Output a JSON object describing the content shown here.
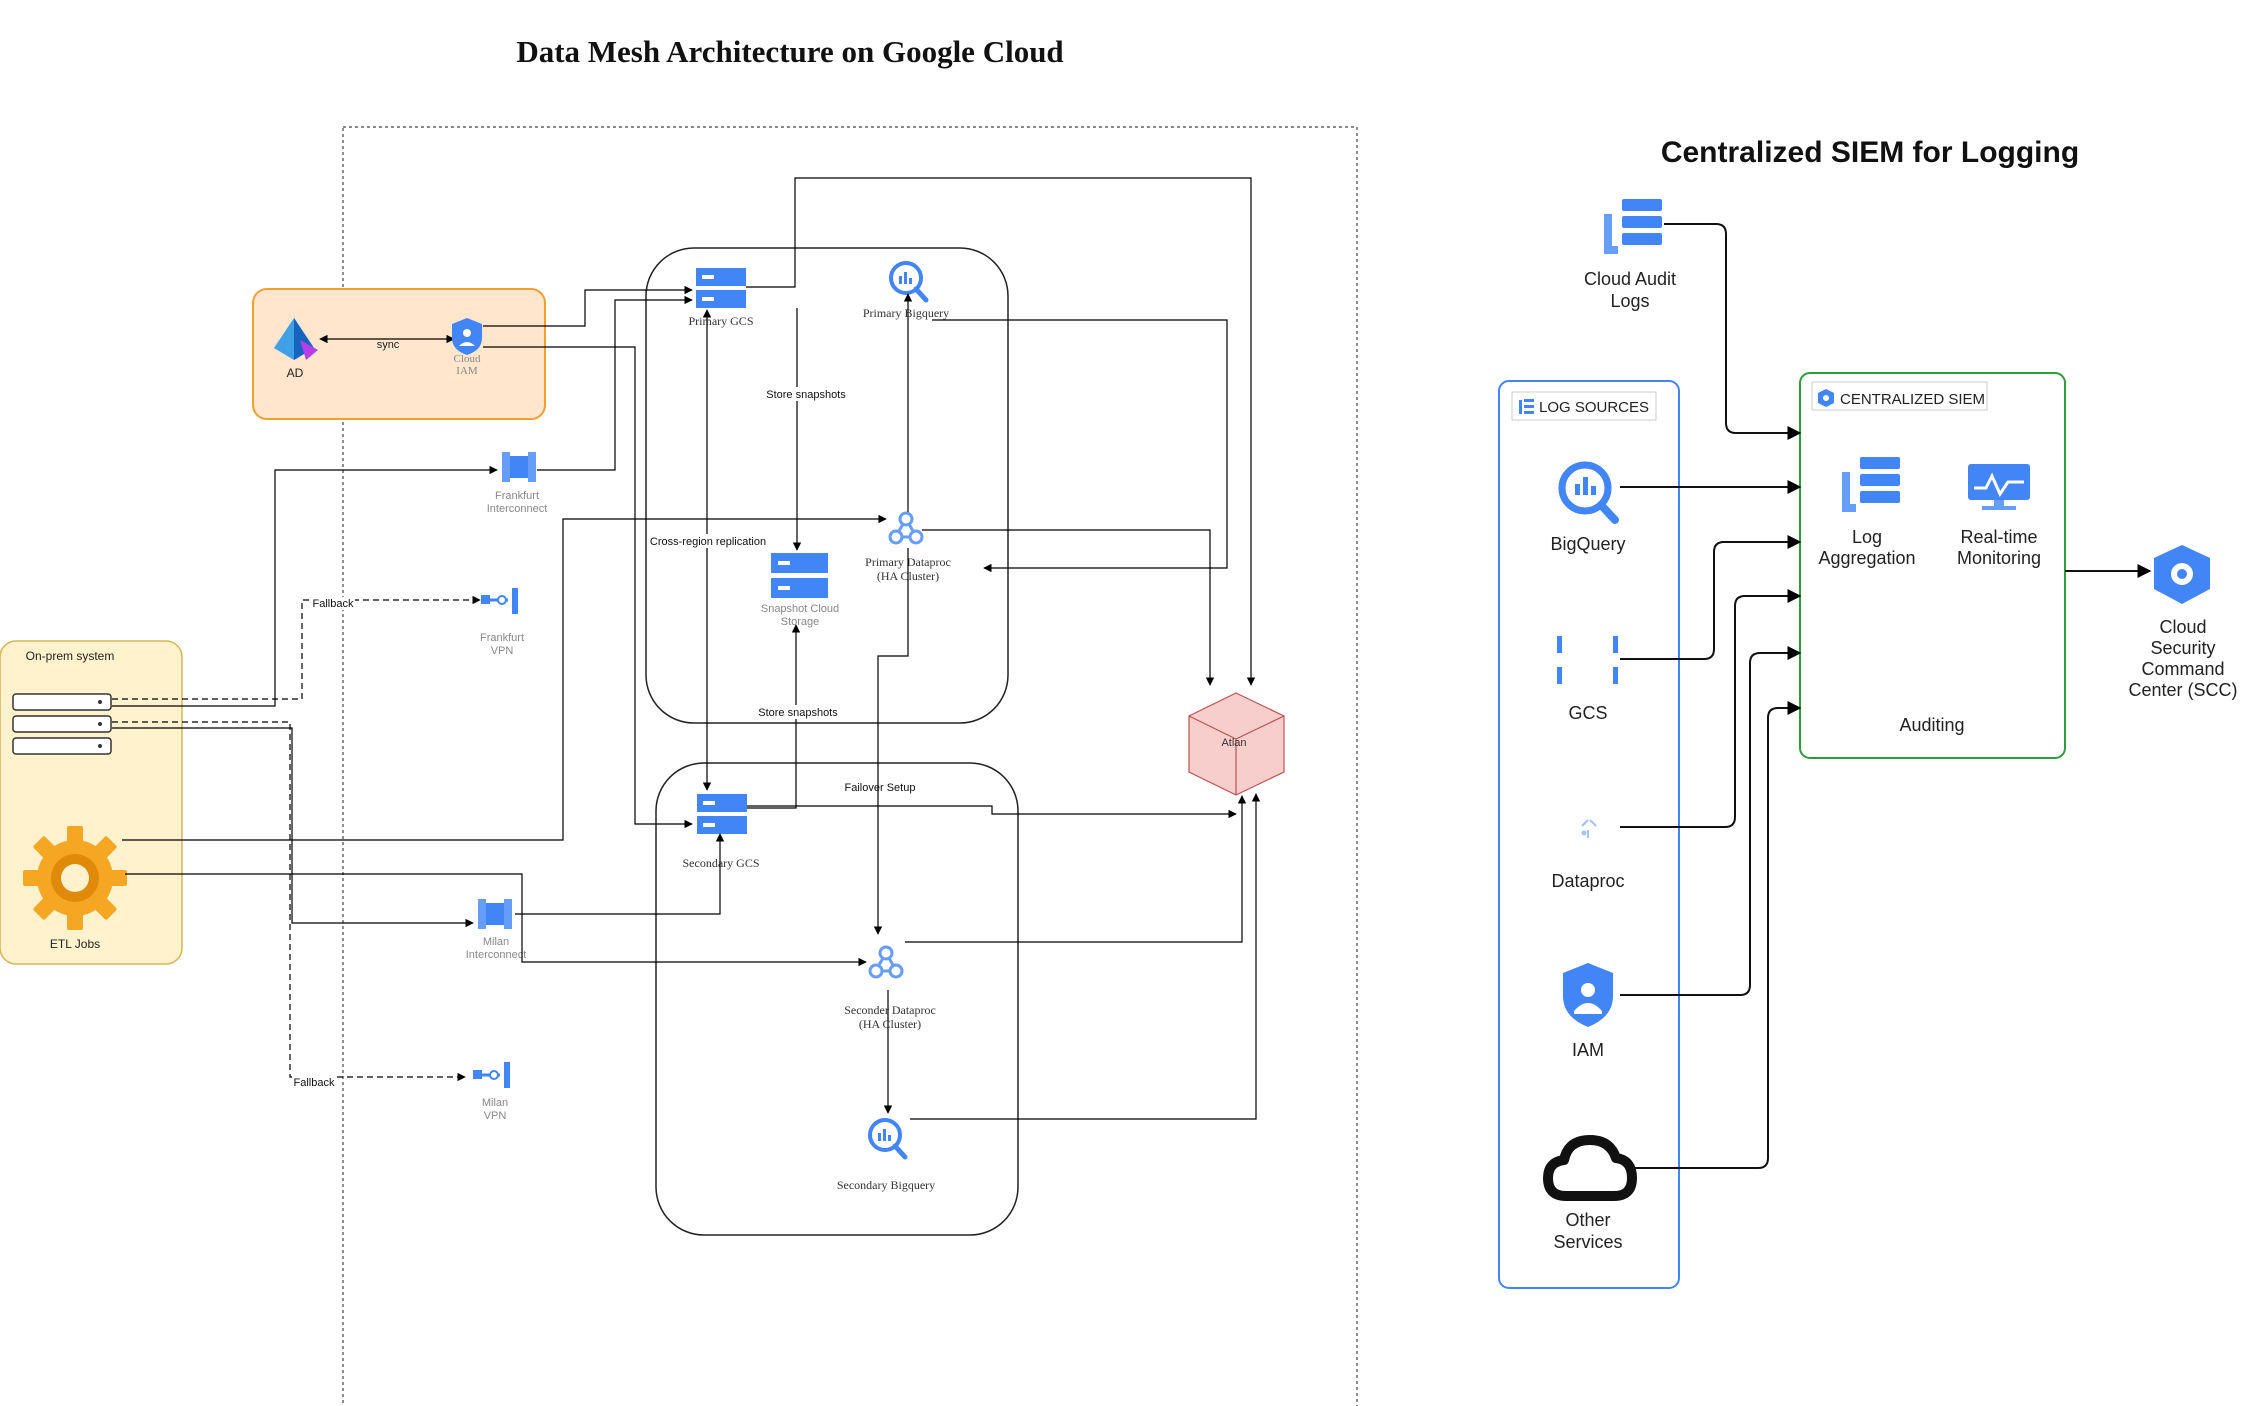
{
  "left": {
    "title": "Data Mesh Architecture on Google Cloud",
    "groups": {
      "onprem": "On-prem system",
      "etl": "ETL Jobs",
      "ad": "AD",
      "sync": "sync",
      "cloud_iam_1": "Cloud",
      "cloud_iam_2": "IAM"
    },
    "nodes": {
      "frankfurt_interconnect_1": "Frankfurt",
      "frankfurt_interconnect_2": "Interconnect",
      "frankfurt_vpn_1": "Frankfurt",
      "frankfurt_vpn_2": "VPN",
      "milan_interconnect_1": "Milan",
      "milan_interconnect_2": "Interconnect",
      "milan_vpn_1": "Milan",
      "milan_vpn_2": "VPN",
      "primary_gcs": "Primary GCS",
      "primary_bigquery": "Primary Bigquery",
      "snapshot_storage_1": "Snapshot Cloud",
      "snapshot_storage_2": "Storage",
      "primary_dataproc_1": "Primary  Dataproc",
      "primary_dataproc_2": "(HA Cluster)",
      "secondary_gcs": "Secondary GCS",
      "secondary_dataproc_1": "Seconder Dataproc",
      "secondary_dataproc_2": "(HA Cluster)",
      "secondary_bigquery": "Secondary Bigquery",
      "atlan": "Atlan"
    },
    "edge_labels": {
      "store_snapshots_top": "Store snapshots",
      "cross_region": "Cross-region replication",
      "store_snapshots_bottom": "Store snapshots",
      "failover_setup": "Failover Setup",
      "fallback_top": "Fallback",
      "fallback_bottom": "Fallback"
    }
  },
  "right": {
    "title": "Centralized SIEM for Logging",
    "audit_logs_1": "Cloud Audit",
    "audit_logs_2": "Logs",
    "log_sources_header": "LOG SOURCES",
    "sources": {
      "bigquery": "BigQuery",
      "gcs": "GCS",
      "dataproc": "Dataproc",
      "iam": "IAM",
      "other_1": "Other",
      "other_2": "Services"
    },
    "siem_header": "CENTRALIZED SIEM",
    "log_aggregation_1": "Log",
    "log_aggregation_2": "Aggregation",
    "realtime_1": "Real-time",
    "realtime_2": "Monitoring",
    "auditing": "Auditing",
    "scc_1": "Cloud",
    "scc_2": "Security",
    "scc_3": "Command",
    "scc_4": "Center (SCC)"
  },
  "colors": {
    "gcp_blue": "#4285F4",
    "gcp_blue_light": "#669DF6",
    "onprem_fill": "#FFF2CC",
    "onprem_stroke": "#D6B656",
    "ad_fill": "#FFE6CC",
    "ad_stroke": "#F0A030",
    "atlan_fill": "#F8CECC",
    "atlan_stroke": "#B85450",
    "siem_stroke": "#2E9E3A"
  }
}
